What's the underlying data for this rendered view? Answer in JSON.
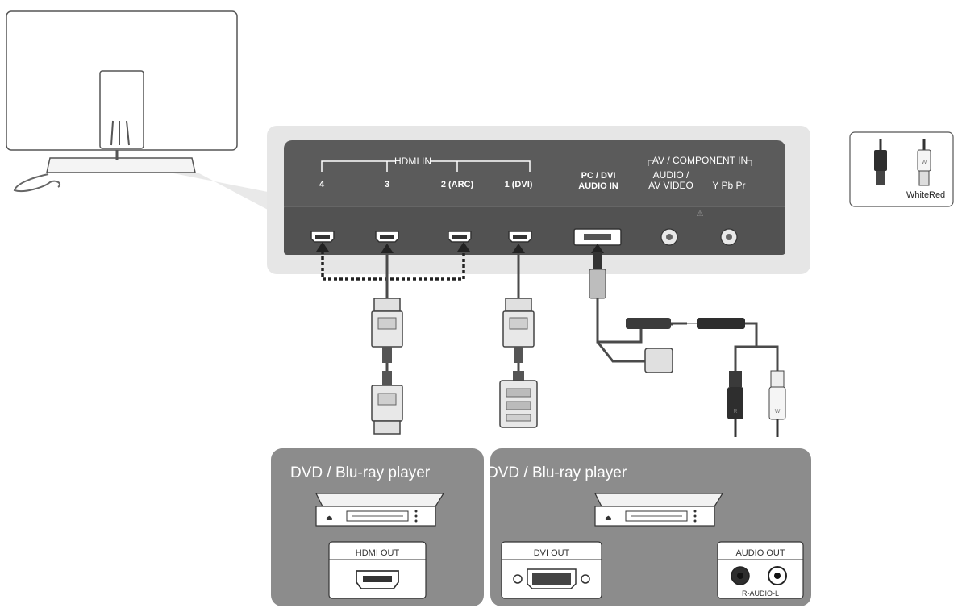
{
  "tv_panel": {
    "hdmi_in_label": "HDMI IN",
    "hdmi_ports": [
      "4",
      "3",
      "2 (ARC)",
      "1 (DVI)"
    ],
    "pc_dvi_audio_in": [
      "PC / DVI",
      "AUDIO IN"
    ],
    "av_component_in_label": "AV / COMPONENT IN",
    "audio_av_video_label": [
      "AUDIO /",
      "AV VIDEO"
    ],
    "component_label": "Y  Pb  Pr"
  },
  "legend": {
    "white_label": "White",
    "red_label": "Red",
    "white_plug_mark": "W",
    "red_plug_mark": "R"
  },
  "sources": {
    "left_title": "DVD / Blu-ray player",
    "right_title": "DVD / Blu-ray player",
    "hdmi_out_label": "HDMI OUT",
    "dvi_out_label": "DVI OUT",
    "audio_out_label": "AUDIO OUT",
    "audio_out_sub": "R-AUDIO-L"
  },
  "colors": {
    "panel_dark": "#5a5a5a",
    "panel_frame": "#e6e6e6",
    "source_panel": "#8c8c8c",
    "cable": "#4a4a4a"
  }
}
